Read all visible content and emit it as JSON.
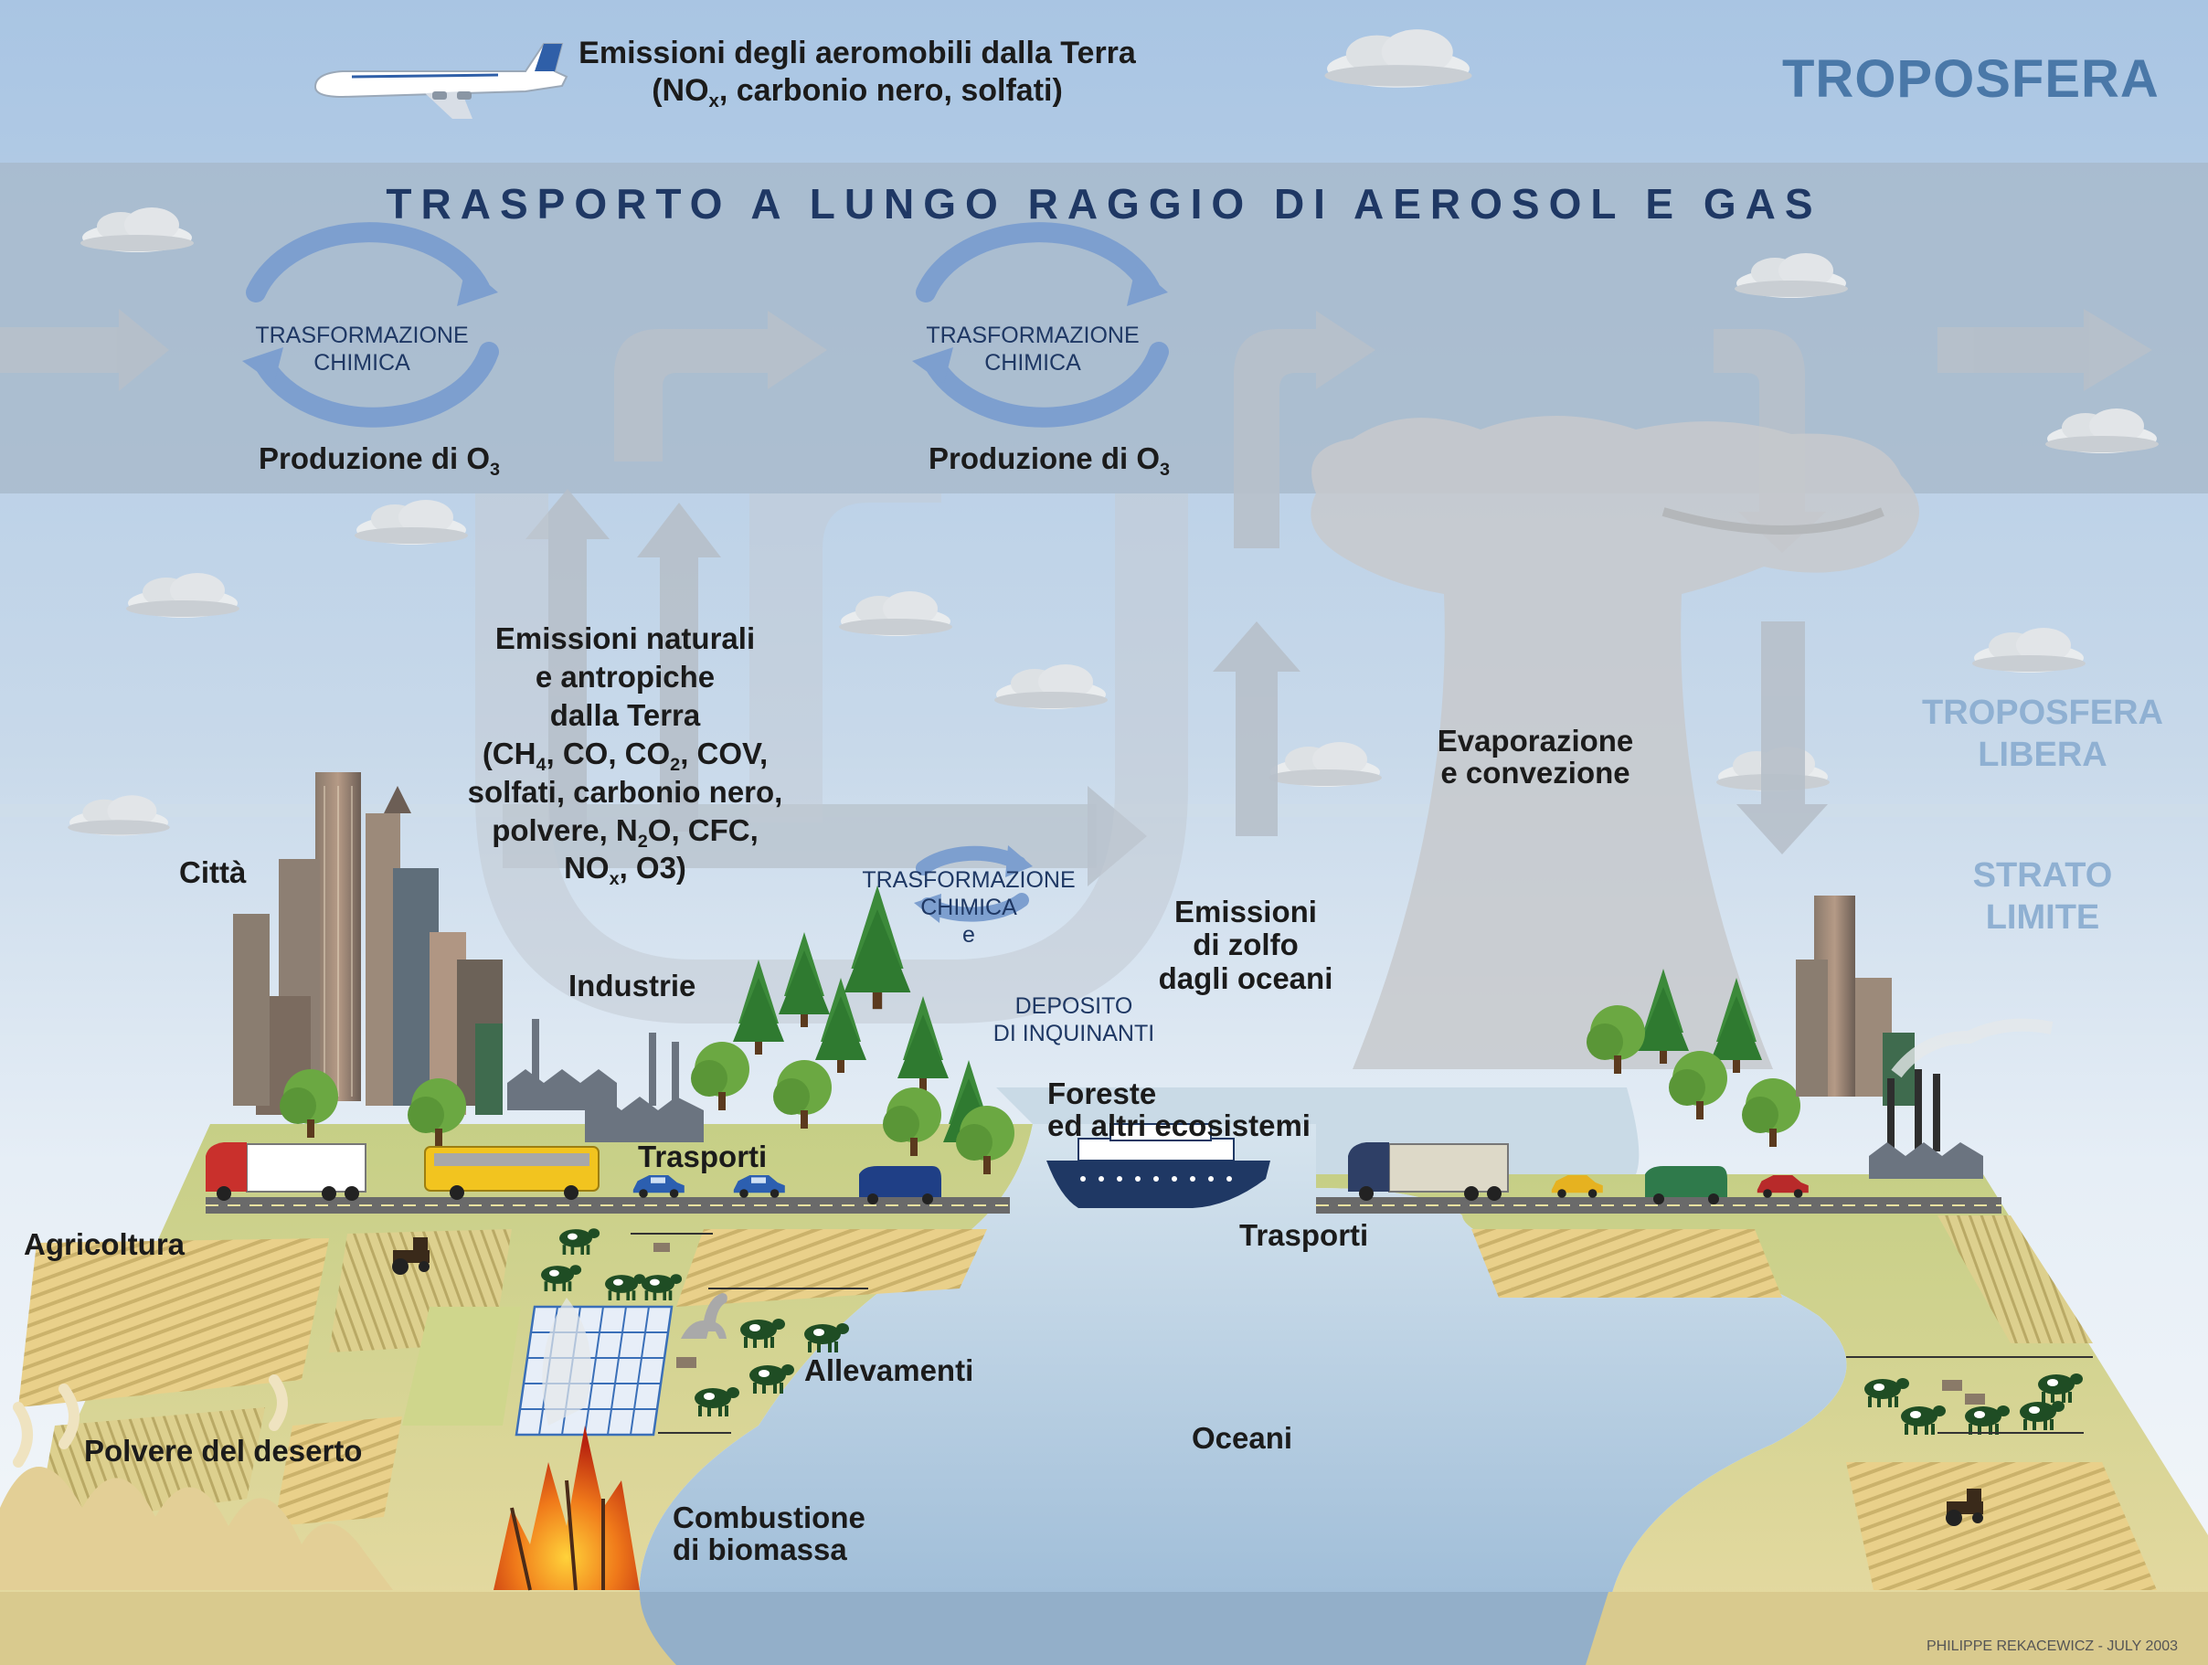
{
  "header": {
    "troposfera": "TROPOSFERA",
    "band_title": "TRASPORTO A LUNGO RAGGIO DI AEROSOL E GAS",
    "aircraft": {
      "line1": "Emissioni degli aeromobili dalla Terra",
      "line2_pre": "(NO",
      "line2_sub": "x",
      "line2_post": ", carbonio nero, solfati)"
    }
  },
  "upper": {
    "transform_left": {
      "line1": "TRASFORMAZIONE",
      "line2": "CHIMICA"
    },
    "transform_mid": {
      "line1": "TRASFORMAZIONE",
      "line2": "CHIMICA"
    },
    "ozone_left": {
      "text": "Produzione di O",
      "sub": "3"
    },
    "ozone_mid": {
      "text": "Produzione di O",
      "sub": "3"
    }
  },
  "side_labels": {
    "troposfera_libera": {
      "line1": "TROPOSFERA",
      "line2": "LIBERA"
    },
    "strato_limite": {
      "line1": "STRATO",
      "line2": "LIMITE"
    }
  },
  "natural_emissions": {
    "line1": "Emissioni naturali",
    "line2": "e antropiche",
    "line3": "dalla Terra",
    "line4_a": "(CH",
    "line4_sub1": "4",
    "line4_b": ", CO, CO",
    "line4_sub2": "2",
    "line4_c": ", COV,",
    "line5": "solfati, carbonio nero,",
    "line6_a": "polvere, N",
    "line6_sub": "2",
    "line6_b": "O, CFC,",
    "line7_a": "NO",
    "line7_sub": "x",
    "line7_b": ", O3)"
  },
  "middle": {
    "transform_low": {
      "line1": "TRASFORMAZIONE",
      "line2": "CHIMICA",
      "line3": "e"
    },
    "deposit": {
      "line1": "DEPOSITO",
      "line2": "DI INQUINANTI"
    },
    "sulfur": {
      "line1": "Emissioni",
      "line2": "di zolfo",
      "line3": "dagli oceani"
    },
    "evaporation": {
      "line1": "Evaporazione",
      "line2": "e convezione"
    }
  },
  "ground": {
    "citta": "Città",
    "industrie": "Industrie",
    "trasporti_left": "Trasporti",
    "trasporti_right": "Trasporti",
    "foreste": {
      "line1": "Foreste",
      "line2": "ed altri ecosistemi"
    },
    "agricoltura": "Agricoltura",
    "allevamenti": "Allevamenti",
    "polvere": "Polvere del deserto",
    "oceani": "Oceani",
    "combustione": {
      "line1": "Combustione",
      "line2": "di biomassa"
    }
  },
  "credit": "PHILIPPE REKACEWICZ - JULY 2003",
  "colors": {
    "sky_top": "#a9c5e3",
    "band": "#a7b9cb",
    "arrow": "#bcc5cf",
    "cycle": "#7d9fcf",
    "land": "#dcd595",
    "field": "#e8d18c",
    "ocean": "#b6cfe0",
    "text_dark": "#1f3864",
    "title_blue": "#4a78a8",
    "label_pale": "#8fb0d2"
  }
}
